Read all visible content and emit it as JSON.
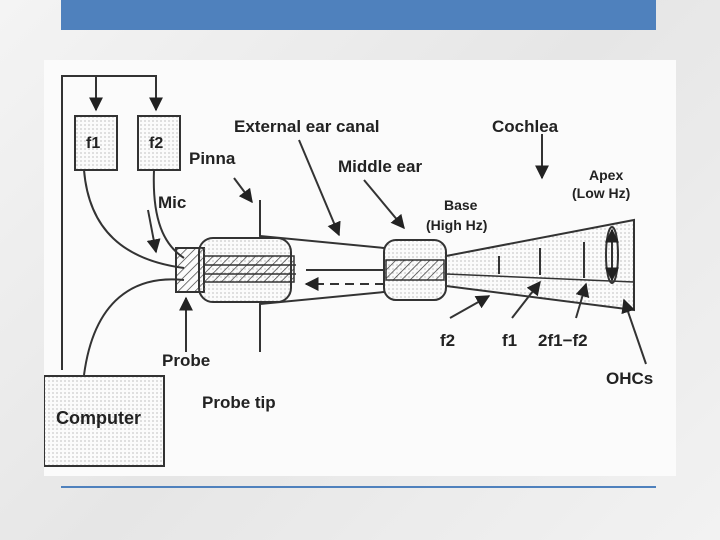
{
  "diagram": {
    "labels": {
      "f1": "f1",
      "f2": "f2",
      "pinna": "Pinna",
      "mic": "Mic",
      "external_ear_canal": "External ear canal",
      "middle_ear": "Middle ear",
      "cochlea": "Cochlea",
      "apex": "Apex",
      "apex_sub": "(Low Hz)",
      "base": "Base",
      "base_sub": "(High Hz)",
      "probe": "Probe",
      "probe_tip": "Probe tip",
      "computer": "Computer",
      "bottom_f2": "f2",
      "bottom_f1": "f1",
      "dpoae": "2f1−f2",
      "ohcs": "OHCs"
    }
  },
  "colors": {
    "accent": "#4f81bd",
    "ink": "#222222"
  }
}
